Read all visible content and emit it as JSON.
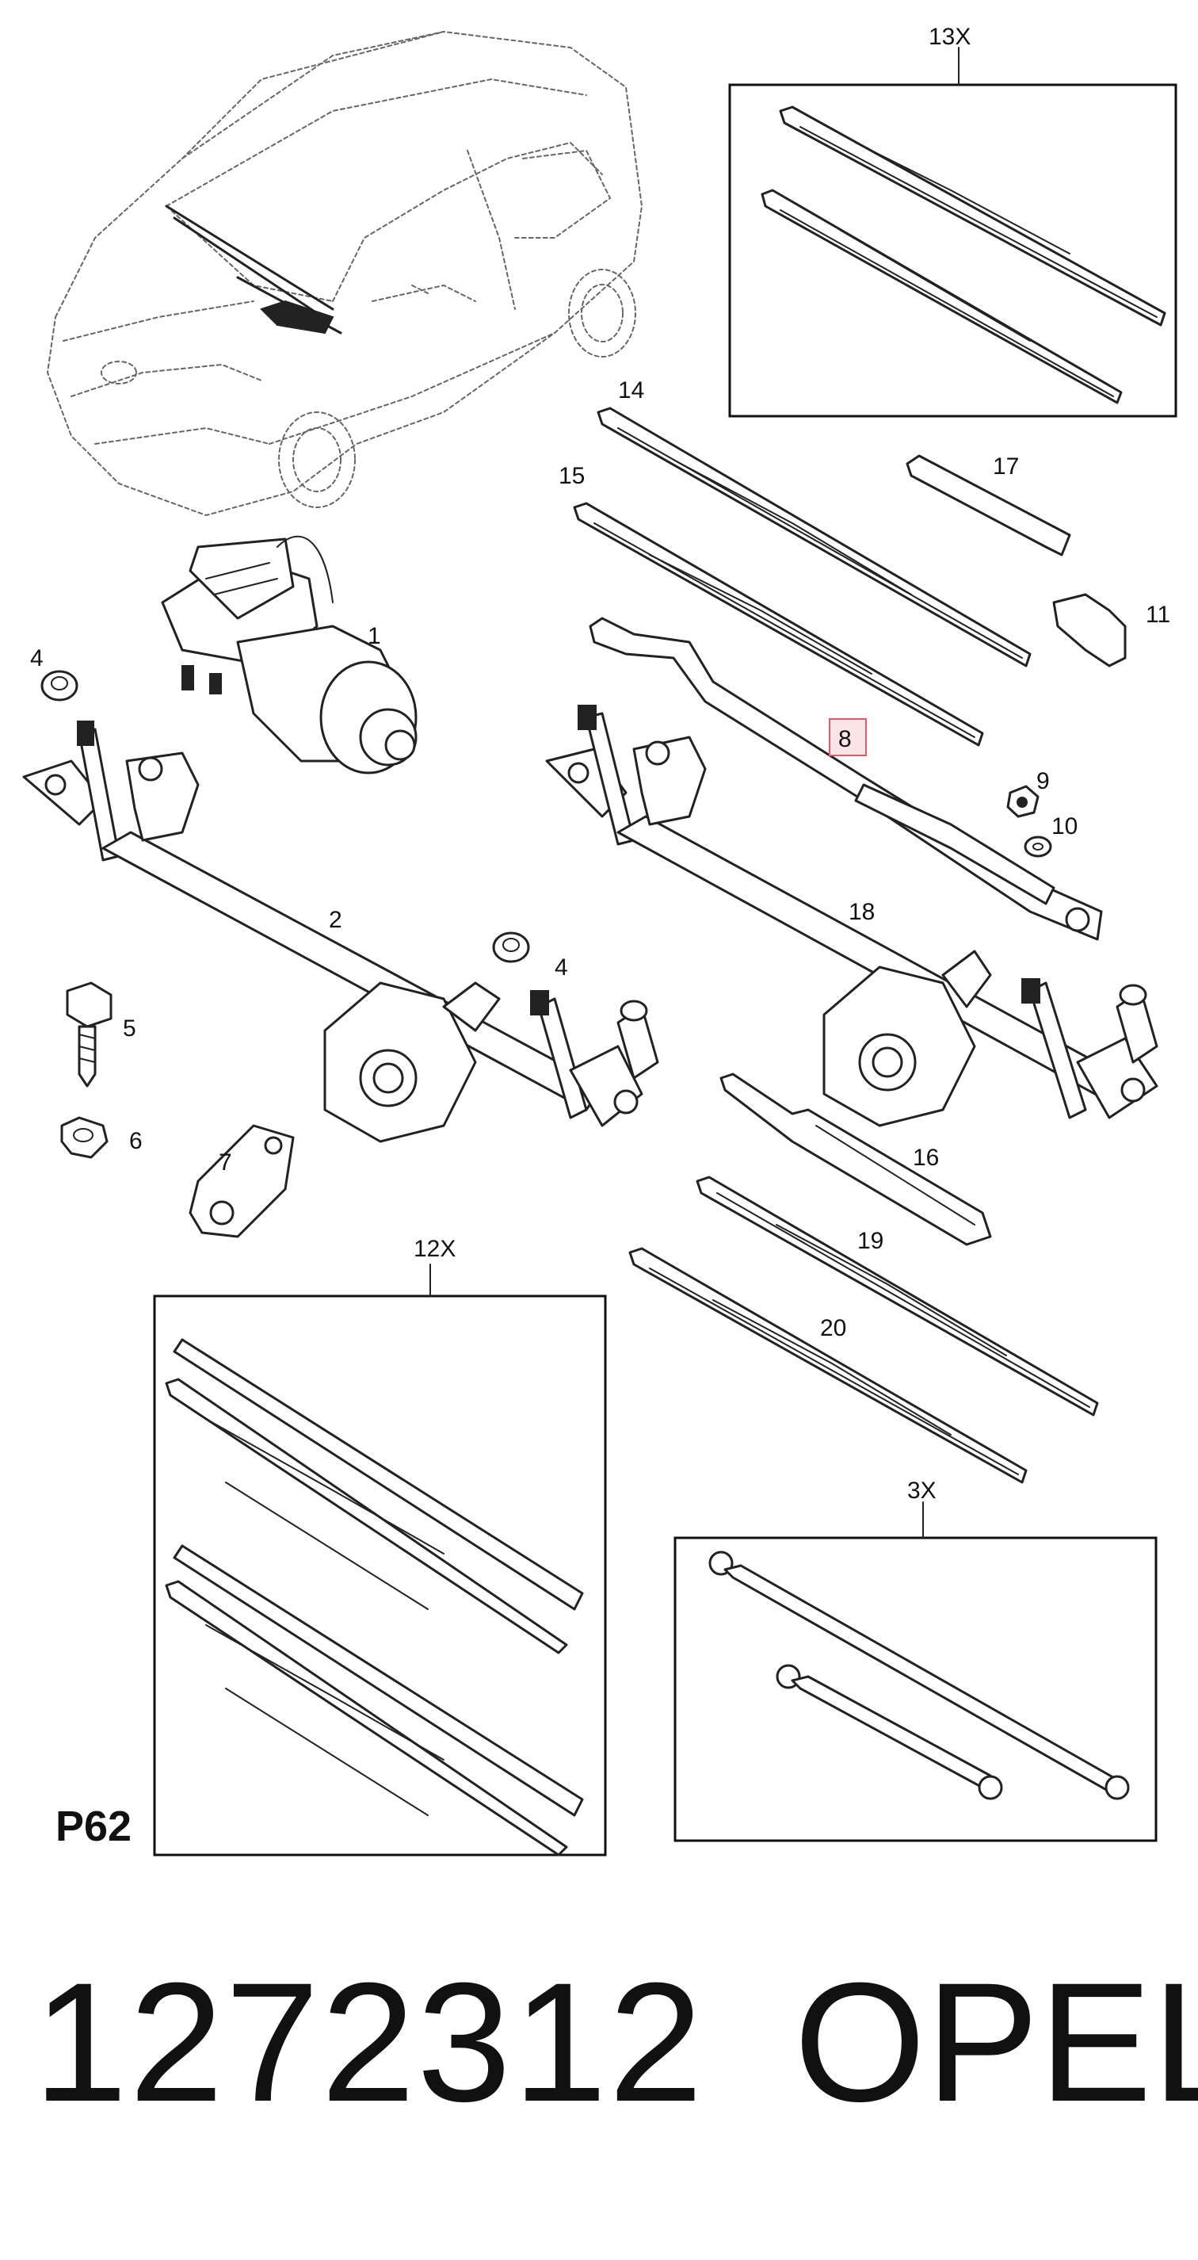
{
  "callouts": {
    "c1": "1",
    "c2": "2",
    "c3x": "3X",
    "c4a": "4",
    "c4b": "4",
    "c5": "5",
    "c6": "6",
    "c7": "7",
    "c8": "8",
    "c9": "9",
    "c10": "10",
    "c11": "11",
    "c12x": "12X",
    "c13x": "13X",
    "c14": "14",
    "c15": "15",
    "c16": "16",
    "c17": "17",
    "c18": "18",
    "c19": "19",
    "c20": "20"
  },
  "highlight_color": "#e05a6a",
  "page_code": "P62",
  "part_number": "1272312",
  "brand": "OPEL"
}
